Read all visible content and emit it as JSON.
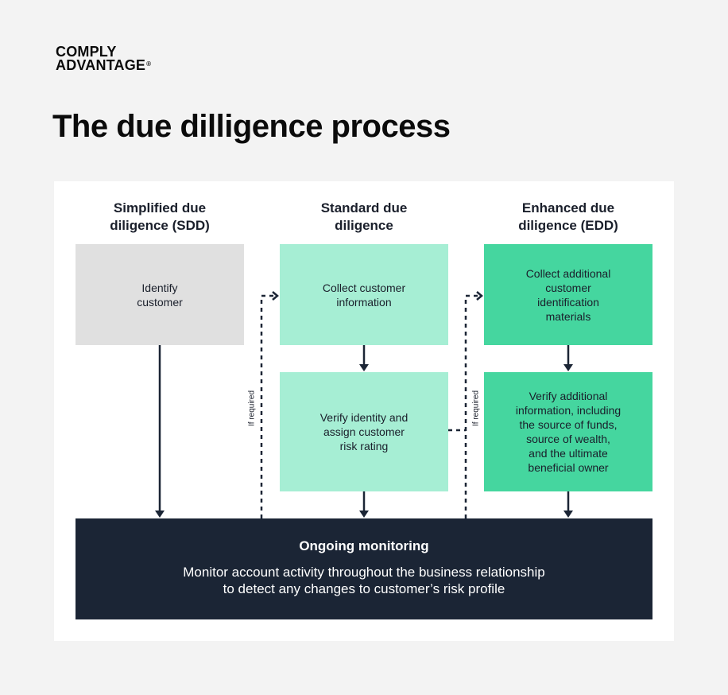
{
  "brand": {
    "line1": "COMPLY",
    "line2": "ADVANTAGE",
    "mark": "®"
  },
  "title": "The due dilligence process",
  "columns": [
    {
      "heading": [
        "Simplified due",
        "diligence (SDD)"
      ]
    },
    {
      "heading": [
        "Standard due",
        "diligence"
      ]
    },
    {
      "heading": [
        "Enhanced due",
        "diligence (EDD)"
      ]
    }
  ],
  "boxes": {
    "sdd_identify": [
      "Identify",
      "customer"
    ],
    "std_collect": [
      "Collect customer",
      "information"
    ],
    "std_verify": [
      "Verify identity and",
      "assign customer",
      "risk rating"
    ],
    "edd_collect": [
      "Collect additional",
      "customer",
      "identification",
      "materials"
    ],
    "edd_verify": [
      "Verify additional",
      "information, including",
      "the source of funds,",
      "source of wealth,",
      "and the ultimate",
      "beneficial owner"
    ]
  },
  "if_required_label": "If required",
  "monitoring": {
    "title": "Ongoing monitoring",
    "text": [
      "Monitor account activity throughout the business relationship",
      "to detect any changes to customer’s risk profile"
    ]
  },
  "colors": {
    "gray": "#e0e0e0",
    "mint": "#a6eed4",
    "green": "#45d69f",
    "navy": "#1b2535",
    "arrow": "#1b2535"
  }
}
